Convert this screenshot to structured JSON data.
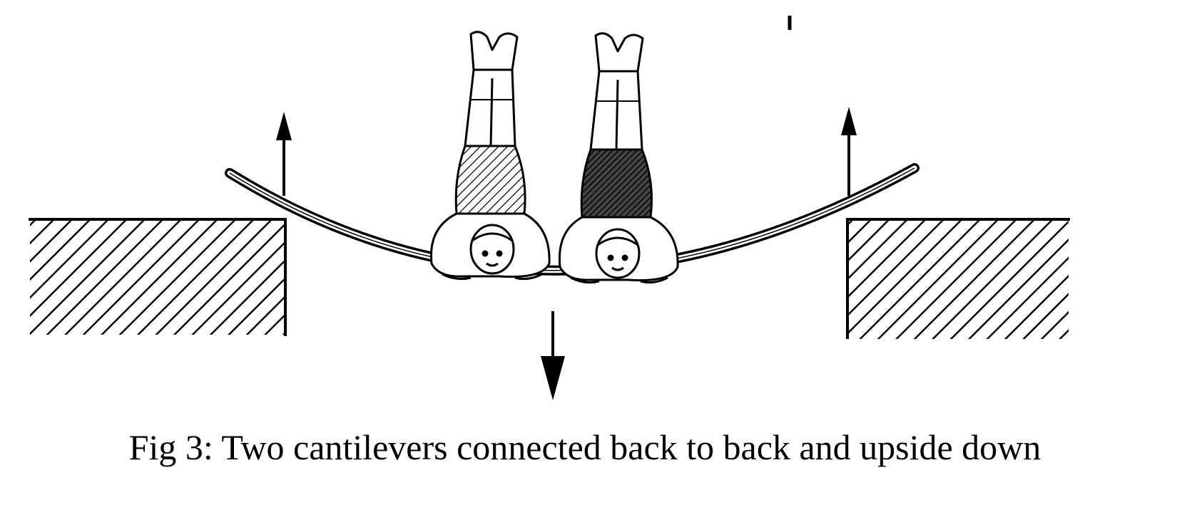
{
  "caption": "Fig 3: Two cantilevers connected back to back and upside down",
  "diagram": {
    "supports": [
      "left-support",
      "right-support"
    ],
    "beam": "curved-beam",
    "figures": [
      "left-person",
      "right-person"
    ],
    "forces": [
      "upward-reaction-left",
      "upward-reaction-right",
      "downward-load-center"
    ]
  },
  "colors": {
    "ink": "#000000",
    "background": "#ffffff",
    "dark_torso": "#444444"
  }
}
